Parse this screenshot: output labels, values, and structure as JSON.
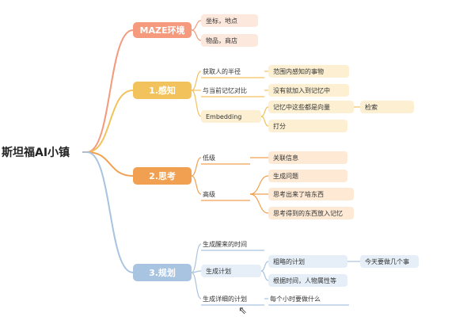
{
  "root": {
    "label": "斯坦福AI小镇"
  },
  "colors": {
    "c1": "#f59a7c",
    "c1_fill": "#fde8de",
    "c2": "#f2c25c",
    "c2_fill": "#fdf0d2",
    "c3": "#f0a050",
    "c3_fill": "#fde9d4",
    "c4": "#a9c4e0",
    "c4_fill": "#e6eff8",
    "root_line": "#b5bcc8"
  },
  "branches": [
    {
      "id": "maze",
      "label": "MAZE环境",
      "color": "c1",
      "children": [
        {
          "label": "坐标，地点",
          "style": "filled",
          "children": []
        },
        {
          "label": "物品，商店",
          "style": "filled",
          "children": []
        }
      ]
    },
    {
      "id": "perception",
      "label": "1.感知",
      "color": "c2",
      "children": [
        {
          "label": "获取人的半径",
          "style": "plain",
          "children": [
            {
              "label": "范围内感知的事物",
              "style": "filled",
              "children": []
            }
          ]
        },
        {
          "label": "与当前记忆对比",
          "style": "plain",
          "children": [
            {
              "label": "没有就加入到记忆中",
              "style": "filled",
              "children": []
            }
          ]
        },
        {
          "label": "Embedding",
          "style": "filled",
          "children": [
            {
              "label": "记忆中这些都是向量",
              "style": "filled",
              "children": [
                {
                  "label": "检索",
                  "style": "filled",
                  "children": []
                }
              ]
            },
            {
              "label": "打分",
              "style": "filled",
              "children": []
            }
          ]
        }
      ]
    },
    {
      "id": "thinking",
      "label": "2.思考",
      "color": "c3",
      "children": [
        {
          "label": "低级",
          "style": "plain",
          "children": [
            {
              "label": "关联信息",
              "style": "filled",
              "children": []
            }
          ]
        },
        {
          "label": "高级",
          "style": "plain",
          "children": [
            {
              "label": "生成问题",
              "style": "filled",
              "children": []
            },
            {
              "label": "思考出来了啥东西",
              "style": "filled",
              "children": []
            },
            {
              "label": "思考得到的东西放入记忆",
              "style": "filled",
              "children": []
            }
          ]
        }
      ]
    },
    {
      "id": "planning",
      "label": "3.规划",
      "color": "c4",
      "children": [
        {
          "label": "生成醒来的时间",
          "style": "plain",
          "children": []
        },
        {
          "label": "生成计划",
          "style": "filled",
          "children": [
            {
              "label": "粗略的计划",
              "style": "filled",
              "children": [
                {
                  "label": "今天要做几个事",
                  "style": "filled",
                  "children": []
                }
              ]
            },
            {
              "label": "根据时间，人物属性等",
              "style": "filled",
              "children": []
            }
          ]
        },
        {
          "label": "生成详细的计划",
          "style": "plain",
          "children": [
            {
              "label": "每个小时要做什么",
              "style": "plain",
              "children": []
            }
          ]
        }
      ]
    }
  ]
}
